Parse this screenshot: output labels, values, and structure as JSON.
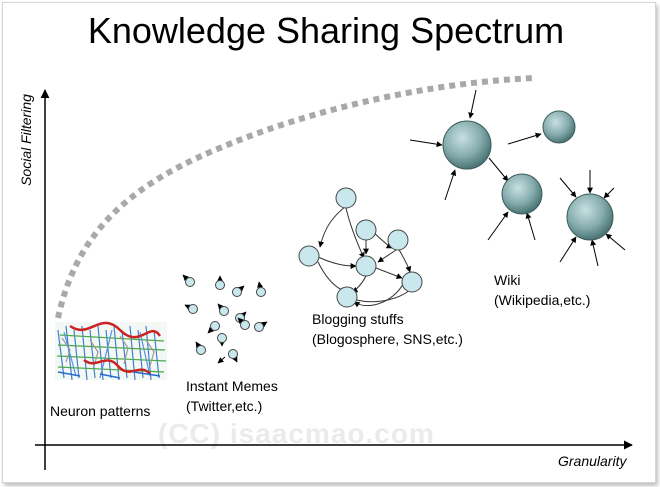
{
  "title": "Knowledge Sharing Spectrum",
  "y_axis_label": "Social Filtering",
  "x_axis_label": "Granularity",
  "stages": {
    "neuron": {
      "label": "Neuron patterns"
    },
    "memes": {
      "line1": "Instant Memes",
      "line2": "(Twitter,etc.)"
    },
    "blogging": {
      "line1": "Blogging stuffs",
      "line2": "(Blogosphere, SNS,etc.)"
    },
    "wiki": {
      "line1": "Wiki",
      "line2": "(Wikipedia,etc.)"
    }
  },
  "watermark": "(CC) isaacmao.com",
  "colors": {
    "node_light": "#c8e8ee",
    "node_dark_center": "#c8e0e2",
    "node_dark_edge": "#4b7475",
    "curve": "#a9a9a9",
    "axis": "#000000"
  }
}
